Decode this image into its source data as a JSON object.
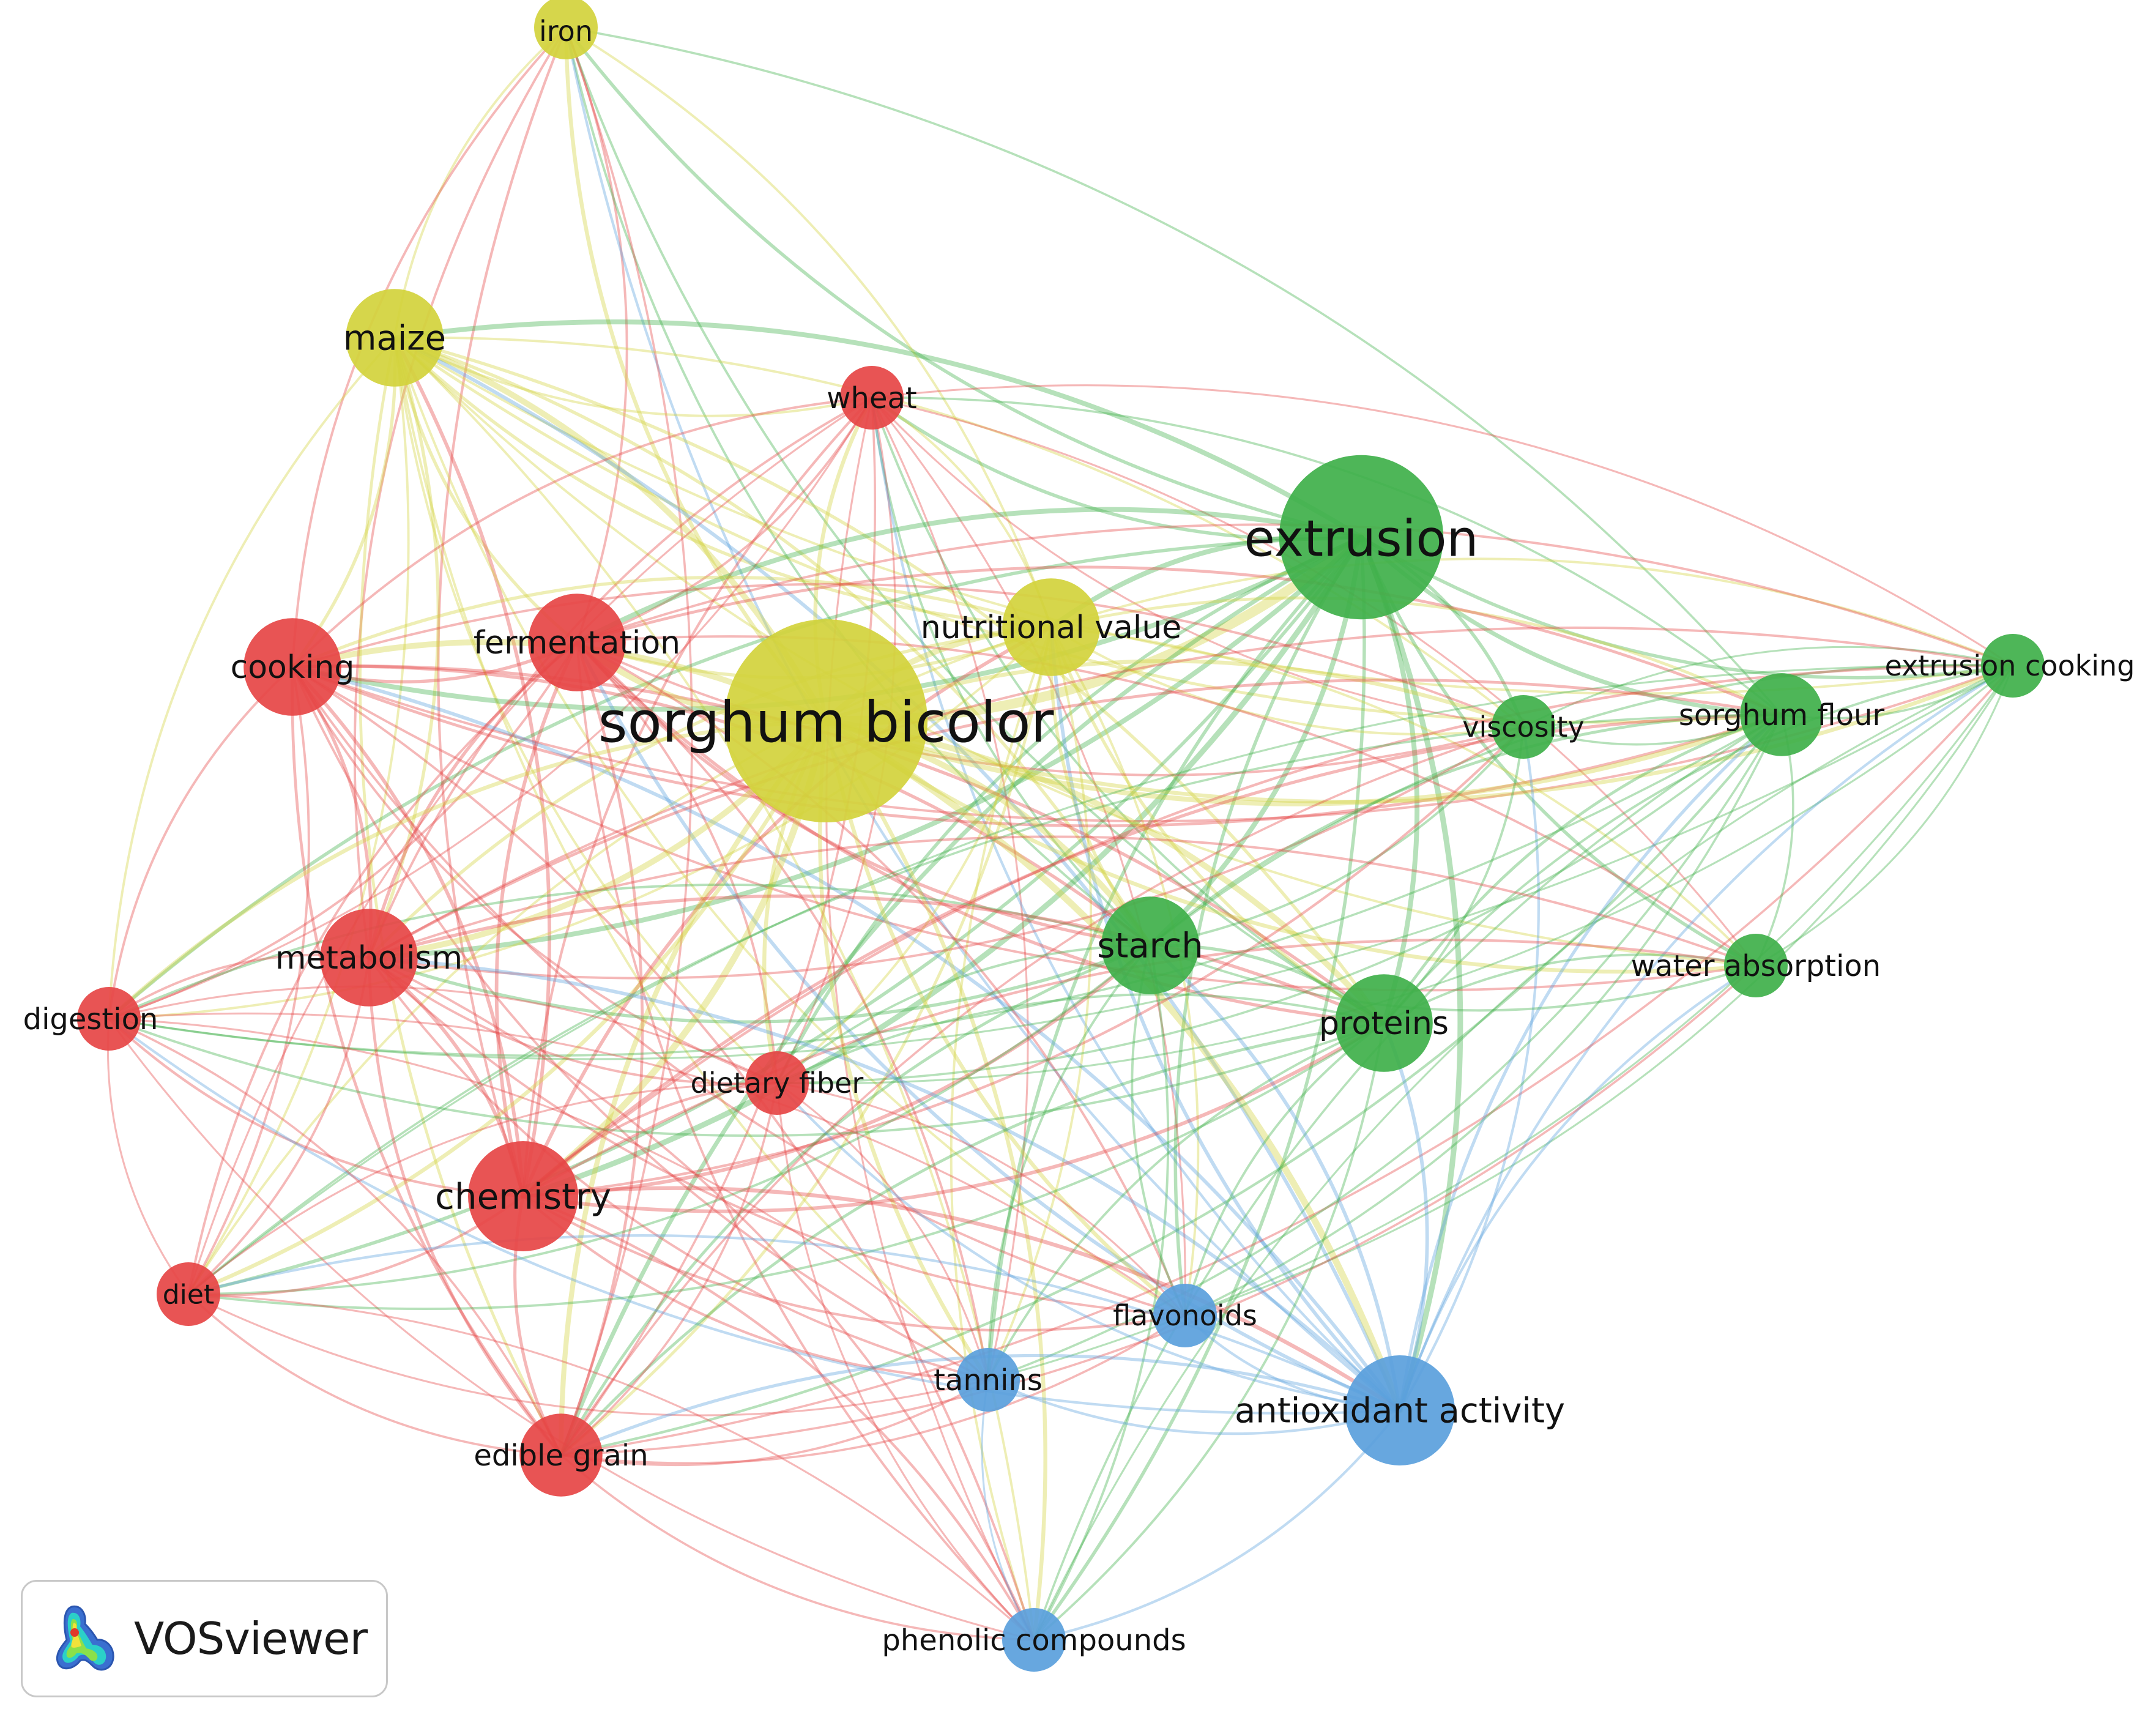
{
  "app": {
    "name": "VOSviewer"
  },
  "colors": {
    "cluster_red": "#e64545",
    "cluster_green": "#3fb04a",
    "cluster_blue": "#5aa0dc",
    "cluster_yellow": "#d2d23c"
  },
  "network": {
    "nodes": [
      {
        "id": "iron",
        "label": "iron",
        "cluster": "yellow",
        "weight": 1
      },
      {
        "id": "maize",
        "label": "maize",
        "cluster": "yellow",
        "weight": 3
      },
      {
        "id": "wheat",
        "label": "wheat",
        "cluster": "red",
        "weight": 1
      },
      {
        "id": "extrusion",
        "label": "extrusion",
        "cluster": "green",
        "weight": 10
      },
      {
        "id": "nutritional_value",
        "label": "nutritional value",
        "cluster": "yellow",
        "weight": 3
      },
      {
        "id": "cooking",
        "label": "cooking",
        "cluster": "red",
        "weight": 3
      },
      {
        "id": "fermentation",
        "label": "fermentation",
        "cluster": "red",
        "weight": 3
      },
      {
        "id": "sorghum_bicolor",
        "label": "sorghum bicolor",
        "cluster": "yellow",
        "weight": 16
      },
      {
        "id": "extrusion_cooking",
        "label": "extrusion cooking",
        "cluster": "green",
        "weight": 1
      },
      {
        "id": "viscosity",
        "label": "viscosity",
        "cluster": "green",
        "weight": 1
      },
      {
        "id": "sorghum_flour",
        "label": "sorghum flour",
        "cluster": "green",
        "weight": 2
      },
      {
        "id": "starch",
        "label": "starch",
        "cluster": "green",
        "weight": 3
      },
      {
        "id": "water_absorption",
        "label": "water absorption",
        "cluster": "green",
        "weight": 1
      },
      {
        "id": "metabolism",
        "label": "metabolism",
        "cluster": "red",
        "weight": 3
      },
      {
        "id": "digestion",
        "label": "digestion",
        "cluster": "red",
        "weight": 1
      },
      {
        "id": "proteins",
        "label": "proteins",
        "cluster": "green",
        "weight": 3
      },
      {
        "id": "dietary_fiber",
        "label": "dietary fiber",
        "cluster": "red",
        "weight": 1
      },
      {
        "id": "chemistry",
        "label": "chemistry",
        "cluster": "red",
        "weight": 4
      },
      {
        "id": "flavonoids",
        "label": "flavonoids",
        "cluster": "blue",
        "weight": 1
      },
      {
        "id": "diet",
        "label": "diet",
        "cluster": "red",
        "weight": 1
      },
      {
        "id": "tannins",
        "label": "tannins",
        "cluster": "blue",
        "weight": 1
      },
      {
        "id": "antioxidant_activity",
        "label": "antioxidant activity",
        "cluster": "blue",
        "weight": 4
      },
      {
        "id": "edible_grain",
        "label": "edible grain",
        "cluster": "red",
        "weight": 2
      },
      {
        "id": "phenolic_compounds",
        "label": "phenolic compounds",
        "cluster": "blue",
        "weight": 1
      }
    ]
  }
}
